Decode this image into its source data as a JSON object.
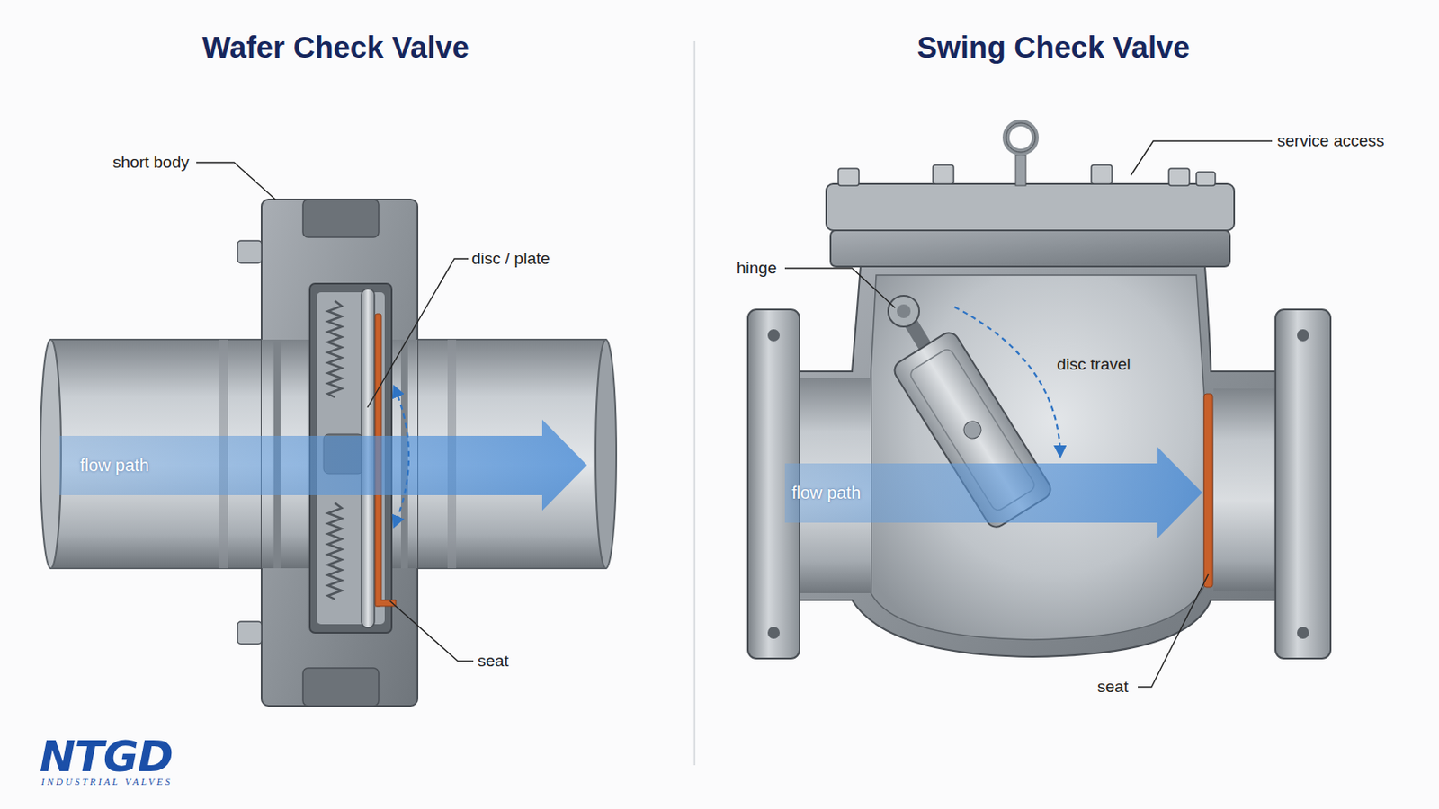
{
  "diagram": {
    "labels": [
      "Wafer Check Valve",
      "short body",
      "disc / plate",
      "flow path",
      "seat",
      "Swing Check Valve",
      "service access",
      "hinge",
      "disc travel",
      "flow path",
      "seat",
      "NTGD",
      "INDUSTRIAL VALVES"
    ]
  }
}
